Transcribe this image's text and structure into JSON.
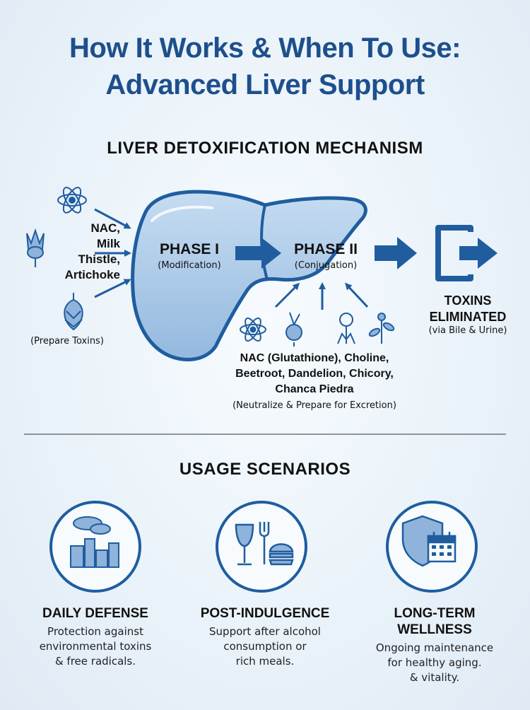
{
  "title": "How It Works & When To Use:\nAdvanced Liver Support",
  "mechanism": {
    "heading": "LIVER DETOXIFICATION MECHANISM",
    "phase1": {
      "title": "PHASE I",
      "subtitle": "(Modification)"
    },
    "phase2": {
      "title": "PHASE II",
      "subtitle": "(Conjugation)"
    },
    "left_ingredients": "NAC,\nMilk\nThistle,\nArtichoke",
    "left_note": "(Prepare Toxins)",
    "output": {
      "title": "TOXINS\nELIMINATED",
      "note": "(via Bile & Urine)"
    },
    "bottom_ingredients": "NAC (Glutathione), Choline,\nBeetroot, Dandelion, Chicory,\nChanca Piedra",
    "bottom_note": "(Neutralize & Prepare for Excretion)"
  },
  "usage": {
    "heading": "USAGE SCENARIOS",
    "cards": [
      {
        "icon": "factory-pollution-icon",
        "title": "DAILY DEFENSE",
        "desc": "Protection against\nenvironmental toxins\n& free radicals."
      },
      {
        "icon": "wine-burger-icon",
        "title": "POST-INDULGENCE",
        "desc": "Support after alcohol\nconsumption or\nrich meals."
      },
      {
        "icon": "shield-calendar-icon",
        "title": "LONG-TERM\nWELLNESS",
        "desc": "Ongoing maintenance\nfor healthy aging.\n& vitality."
      }
    ]
  },
  "colors": {
    "primary": "#1d4f8c",
    "liver_fill": "#a8c8e8",
    "line": "#1f5d9f"
  }
}
